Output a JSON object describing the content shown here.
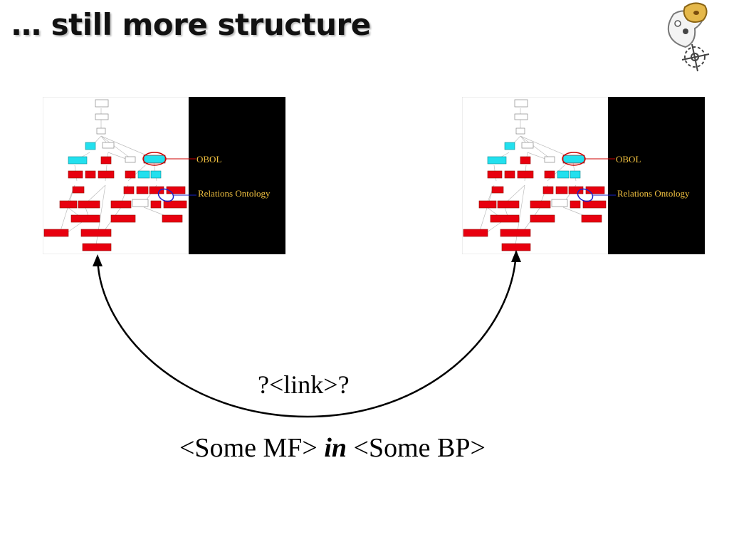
{
  "slide": {
    "title": "… still more structure"
  },
  "panels": [
    {
      "label_obol": "OBOL",
      "label_ro": "Relations Ontology"
    },
    {
      "label_obol": "OBOL",
      "label_ro": "Relations Ontology"
    }
  ],
  "arc": {
    "label": "?<link>?"
  },
  "statement": {
    "part1": "<Some MF>",
    "keyword": "in",
    "part2": "<Some BP>"
  },
  "colors": {
    "graph_node_red": "#e8000f",
    "graph_node_cyan": "#22e0ee",
    "obol_line": "#cc0000",
    "ro_line": "#1a23c8",
    "panel_label": "#f0c040",
    "panel_bg": "#000000"
  },
  "icons": {
    "logo": "sheep-target-logo-icon"
  }
}
